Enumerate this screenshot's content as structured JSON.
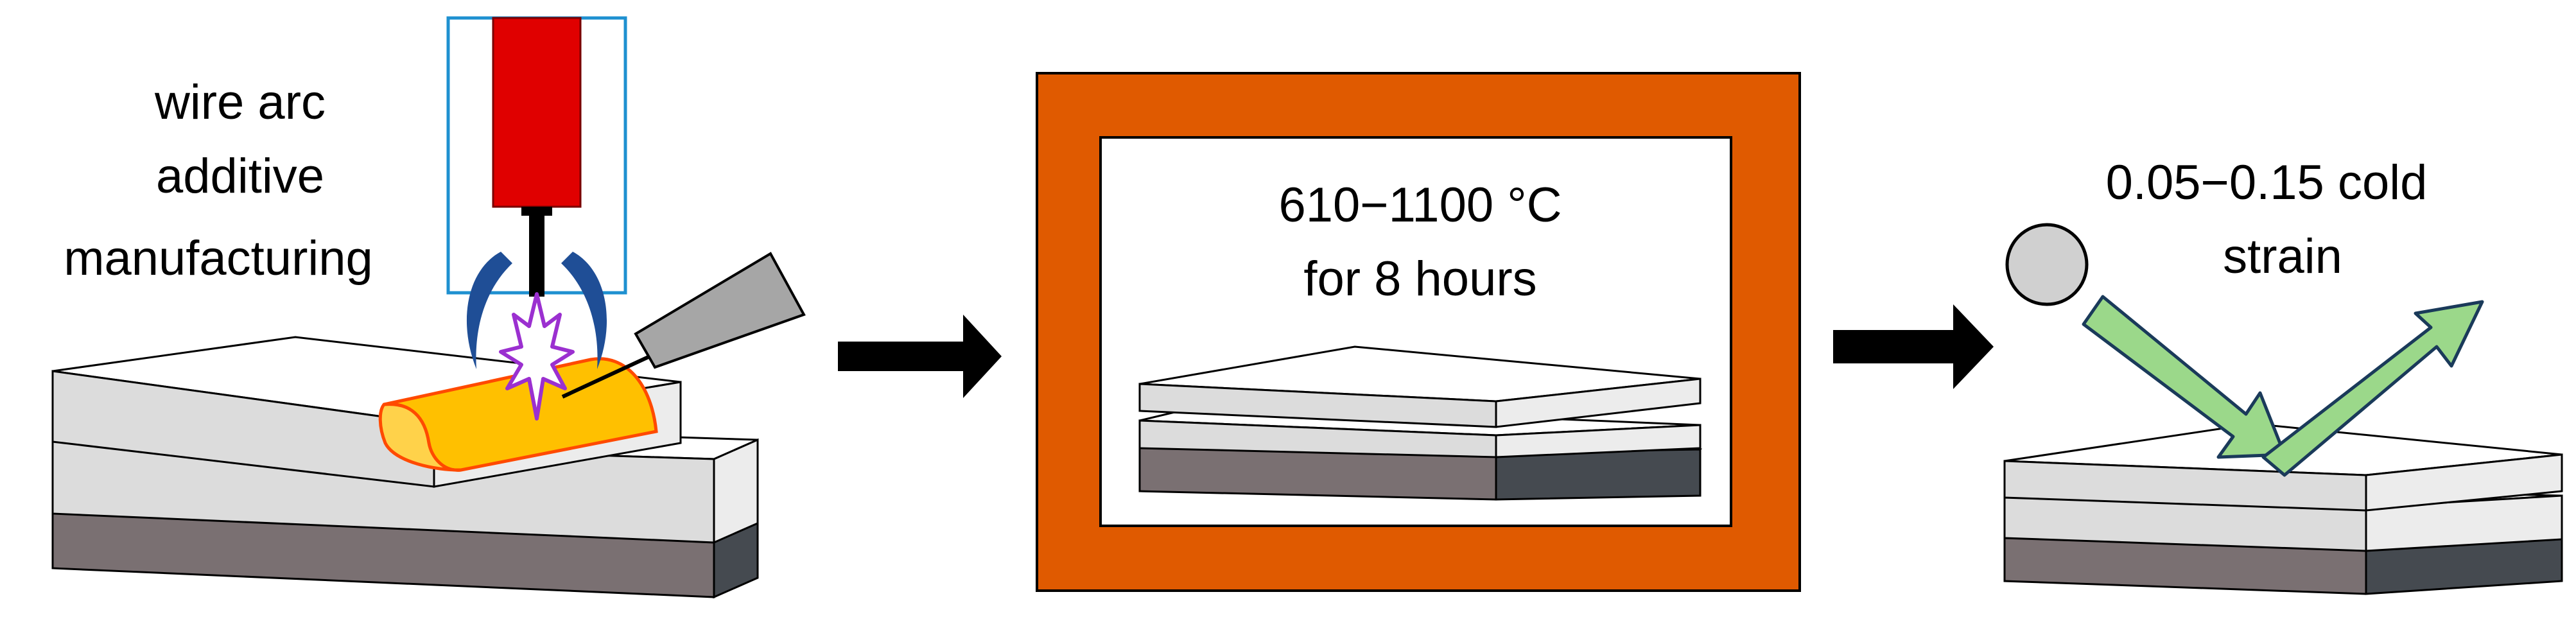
{
  "panels": {
    "step1": {
      "label_lines": [
        "wire arc",
        "additive",
        "manufacturing"
      ]
    },
    "step2": {
      "label_lines": [
        "610−1100 °C",
        "for 8 hours"
      ]
    },
    "step3": {
      "label_lines": [
        "0.05−0.15 cold",
        "strain"
      ]
    }
  },
  "colors": {
    "torch_red": "#e00000",
    "torch_box": "#1e90d0",
    "arc_shield": "#1f4e96",
    "arc_spark": "#9b30d0",
    "weld_bead": "#ffc000",
    "weld_outline": "#ff4a00",
    "furnace": "#e05a00",
    "slab_top": "#ffffff",
    "slab_side": "#ececec",
    "slab_front": "#dcdcdc",
    "base_front": "#7a7072",
    "base_side": "#454a50",
    "strain_arrow": "#9bd88a",
    "strain_arrow_outline": "#1a3a5a",
    "ball": "#d0d0d0",
    "process_arrow": "#000000"
  },
  "icons": [
    "welding-torch-icon",
    "arc-spark-icon",
    "wire-feeder-icon",
    "furnace-icon",
    "shot-ball-icon",
    "strain-arrow-icon",
    "process-arrow-icon"
  ]
}
